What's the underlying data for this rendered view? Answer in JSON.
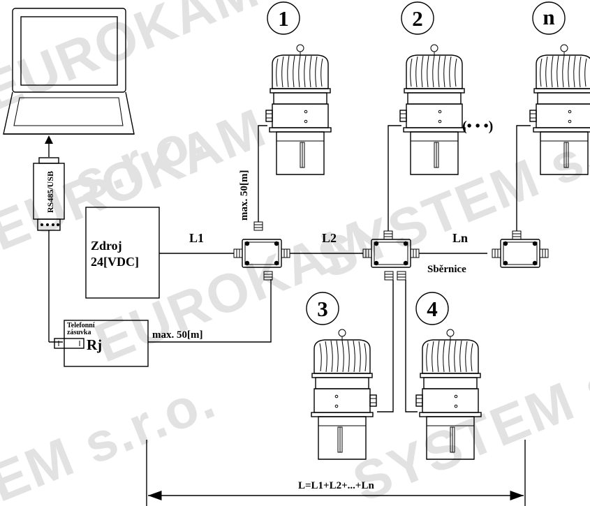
{
  "watermarks": [
    "EUROKAM SYSTEM",
    "EUROKAM",
    "SYSTEM s.r.o.",
    "EUROKAM",
    "EM s.r.o.",
    "SYSTEM s",
    "s.r.o."
  ],
  "converter_label": "RS485/USB",
  "power_supply": {
    "line1": "Zdroj",
    "line2": "24[VDC]"
  },
  "socket": {
    "line1": "Telefonní",
    "line2": "zásuvka",
    "connector": "Rj"
  },
  "cable_max_vertical": "max. 50[m]",
  "cable_max_horizontal": "max. 50[m]",
  "segments": {
    "l1": "L1",
    "l2": "L2",
    "ln": "Ln"
  },
  "bus_label": "Sběrnice",
  "ellipsis": "(• • •)",
  "unit_numbers": {
    "u1": "1",
    "u2": "2",
    "un": "n",
    "u3": "3",
    "u4": "4"
  },
  "total_length": "L=L1+L2+...+Ln"
}
